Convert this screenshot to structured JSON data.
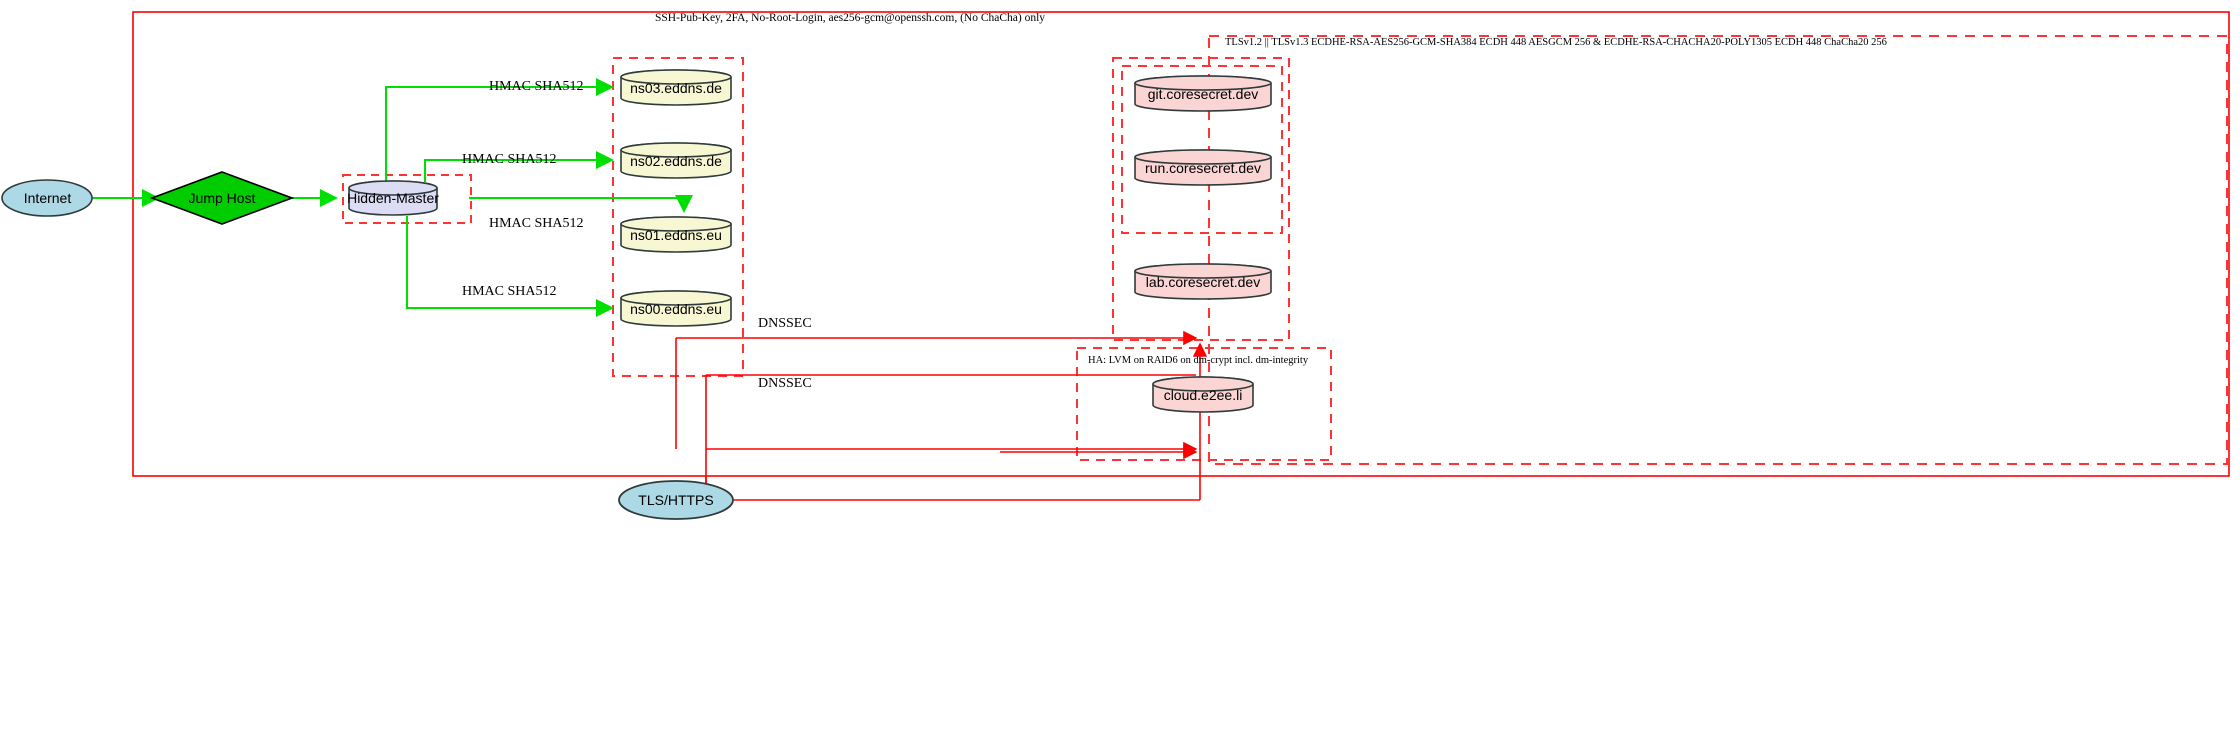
{
  "diagram": {
    "type": "network-architecture",
    "background": "#ffffff",
    "colors": {
      "outer_box": "#ff0000",
      "cluster_dashed": "#ff3333",
      "ssh_edge": "#00e000",
      "tls_edge": "#ff0000",
      "db_dns_fill": "#f7f7d3",
      "db_service_fill": "#fbd4d4",
      "master_fill": "#dcdcf5",
      "internet_fill": "#add8e6",
      "jump_fill": "#00cc00",
      "node_stroke": "#2f3b3b"
    }
  },
  "clusters": {
    "ssh_zone": {
      "label": "SSH-Pub-Key, 2FA, No-Root-Login, aes256-gcm@openssh.com, (No ChaCha) only",
      "style": "solid"
    },
    "tls_zone": {
      "label": "TLSv1.2 || TLSv1.3 ECDHE-RSA-AES256-GCM-SHA384 ECDH 448 AESGCM 256 & ECDHE-RSA-CHACHA20-POLY1305 ECDH 448 ChaCha20 256",
      "style": "dashed"
    },
    "ha_zone": {
      "label": "HA: LVM on RAID6 on dm-crypt incl. dm-integrity",
      "style": "dashed"
    },
    "hidden_master_zone": {
      "label": "",
      "style": "dashed"
    },
    "dns_zone": {
      "label": "",
      "style": "dashed"
    },
    "service_outer_zone": {
      "label": "",
      "style": "dashed"
    },
    "service_inner_zone": {
      "label": "",
      "style": "dashed"
    }
  },
  "nodes": {
    "internet": {
      "label": "Internet",
      "shape": "ellipse",
      "fill": "#add8e6"
    },
    "jump_host": {
      "label": "Jump Host",
      "shape": "diamond",
      "fill": "#00cc00"
    },
    "hidden_master": {
      "label": "Hidden-Master",
      "shape": "cylinder",
      "fill": "#dcdcf5"
    },
    "ns03": {
      "label": "ns03.eddns.de",
      "shape": "cylinder",
      "fill": "#f7f7d3"
    },
    "ns02": {
      "label": "ns02.eddns.de",
      "shape": "cylinder",
      "fill": "#f7f7d3"
    },
    "ns01": {
      "label": "ns01.eddns.eu",
      "shape": "cylinder",
      "fill": "#f7f7d3"
    },
    "ns00": {
      "label": "ns00.eddns.eu",
      "shape": "cylinder",
      "fill": "#f7f7d3"
    },
    "git": {
      "label": "git.coresecret.dev",
      "shape": "cylinder",
      "fill": "#fbd4d4"
    },
    "run": {
      "label": "run.coresecret.dev",
      "shape": "cylinder",
      "fill": "#fbd4d4"
    },
    "lab": {
      "label": "lab.coresecret.dev",
      "shape": "cylinder",
      "fill": "#fbd4d4"
    },
    "cloud": {
      "label": "cloud.e2ee.li",
      "shape": "cylinder",
      "fill": "#fbd4d4"
    },
    "tls_https": {
      "label": "TLS/HTTPS",
      "shape": "ellipse",
      "fill": "#add8e6"
    }
  },
  "edge_labels": {
    "hmac_ns03": "HMAC SHA512",
    "hmac_ns02": "HMAC SHA512",
    "hmac_ns01": "HMAC SHA512",
    "hmac_ns00": "HMAC SHA512",
    "dnssec_upper": "DNSSEC",
    "dnssec_lower": "DNSSEC"
  }
}
